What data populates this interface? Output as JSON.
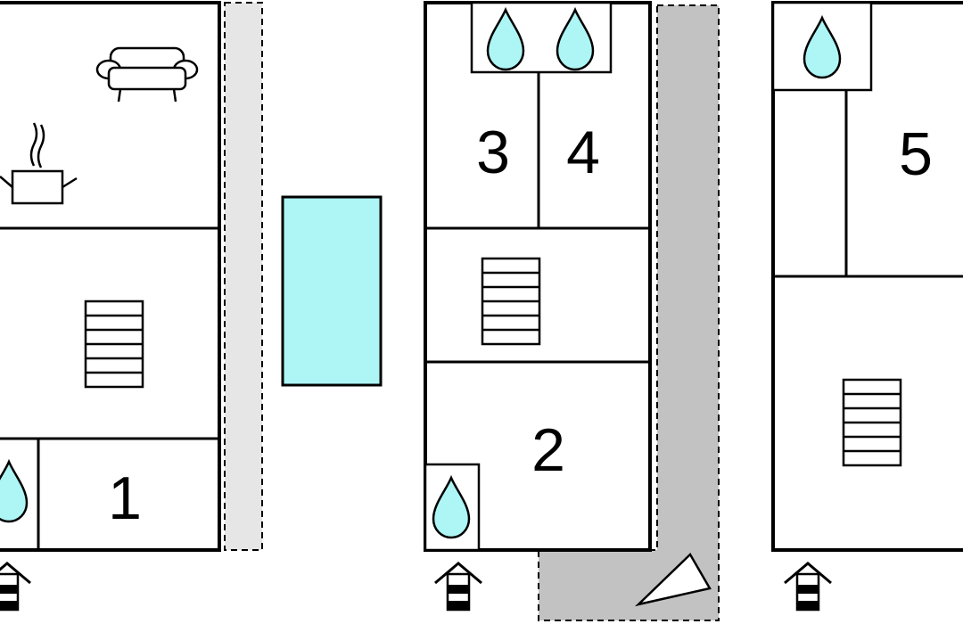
{
  "floors": [
    {
      "room_numbers": [
        "1"
      ],
      "icons": [
        "sofa-icon",
        "cooking-pot-icon",
        "stairs-icon",
        "shower-icon",
        "entrance-icon"
      ]
    },
    {
      "room_numbers": [
        "3",
        "4",
        "2"
      ],
      "icons": [
        "shower-icon",
        "shower-icon",
        "stairs-icon",
        "shower-icon",
        "entrance-icon",
        "terrace-umbrella-icon"
      ]
    },
    {
      "room_numbers": [
        "5"
      ],
      "icons": [
        "shower-icon",
        "stairs-icon",
        "entrance-icon"
      ]
    }
  ],
  "features": {
    "pool": "pool"
  },
  "colors": {
    "wall": "#000000",
    "water": "#aef6f6",
    "pool": "#aef6f6",
    "balcony": "#e6e6e6",
    "terrace": "#c2c2c2"
  }
}
